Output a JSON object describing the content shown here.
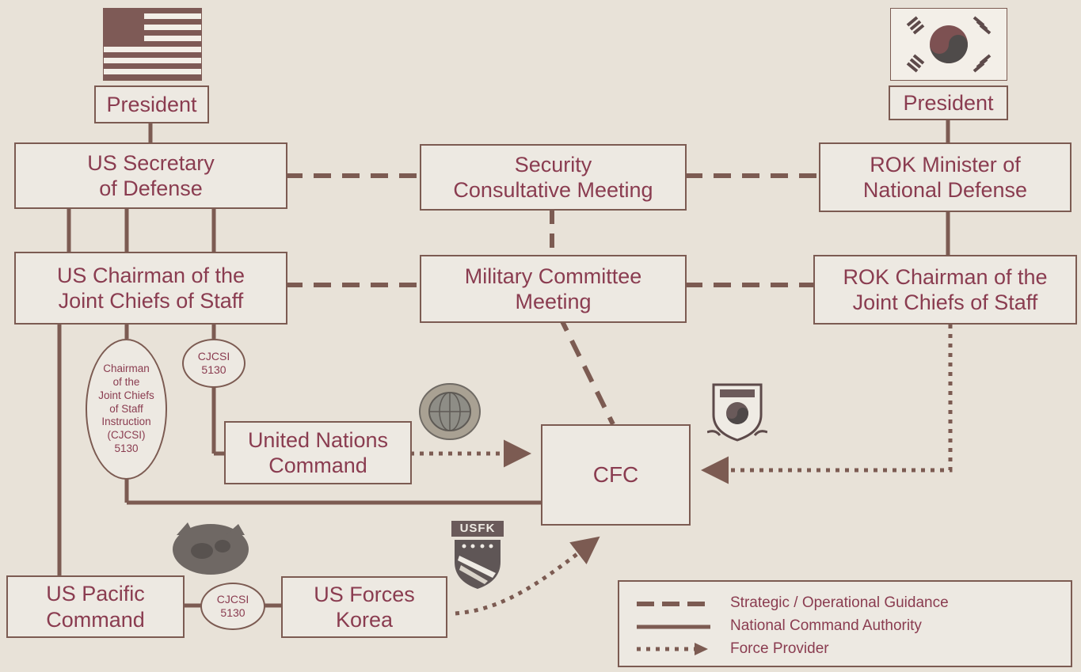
{
  "nodes": {
    "us_president": "President",
    "rok_president": "President",
    "us_secdef": "US Secretary\nof Defense",
    "scm": "Security\nConsultative Meeting",
    "rok_mnd": "ROK Minister of\nNational Defense",
    "us_cjcs": "US Chairman of the\nJoint Chiefs of Staff",
    "mcm": "Military Committee\nMeeting",
    "rok_cjcs": "ROK Chairman of the\nJoint Chiefs of Staff",
    "unc": "United Nations\nCommand",
    "cfc": "CFC",
    "pacom": "US Pacific\nCommand",
    "usfk": "US Forces\nKorea",
    "cjcsi_oval_large": "Chairman\nof the\nJoint Chiefs\nof Staff\nInstruction\n(CJCSI)\n5130",
    "cjcsi_oval_upper": "CJCSI\n5130",
    "cjcsi_oval_lower": "CJCSI\n5130",
    "usfk_emblem_text": "USFK"
  },
  "legend": {
    "dashed": "Strategic / Operational Guidance",
    "solid": "National Command Authority",
    "dotted": "Force Provider"
  },
  "colors": {
    "line": "#7c5b52",
    "text": "#8a3c50",
    "background": "#e8e2d8"
  }
}
